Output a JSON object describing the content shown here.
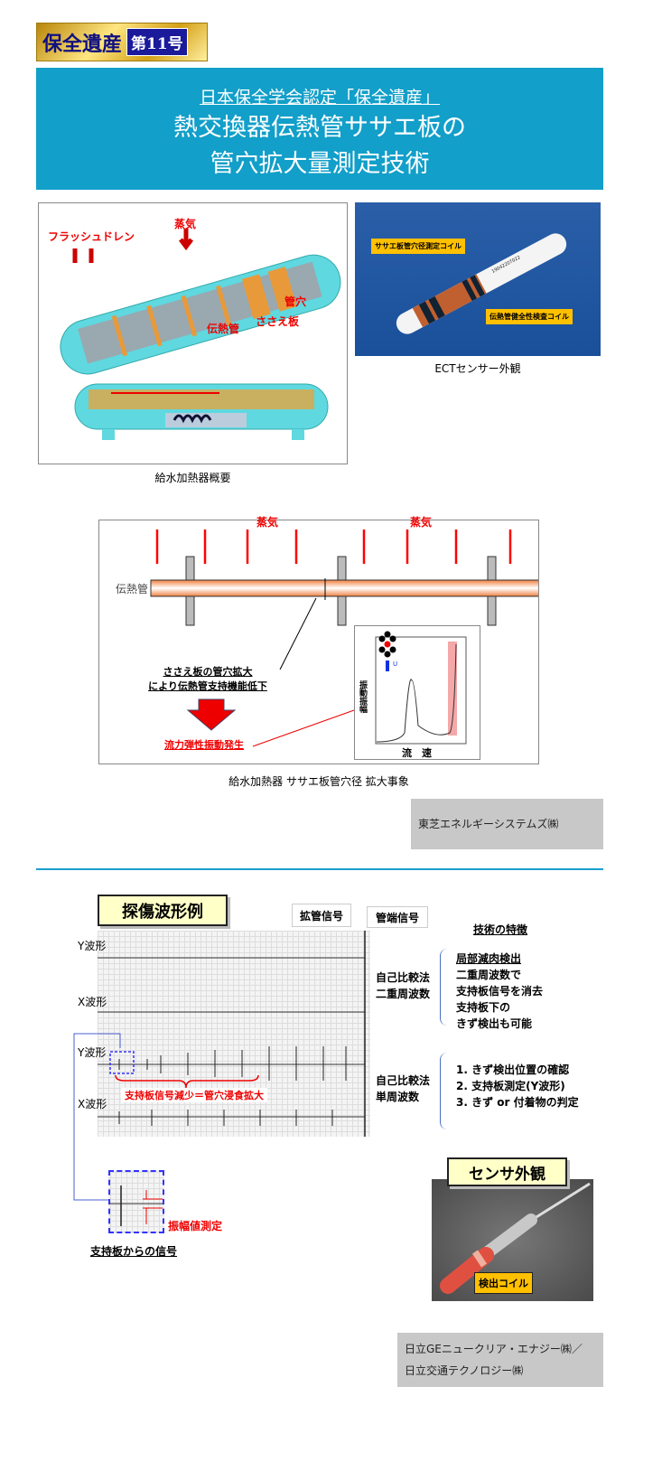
{
  "badge": {
    "series": "保全遺産",
    "issue": "第11号"
  },
  "header": {
    "subtitle": "日本保全学会認定「保全遺産」",
    "title_line1": "熱交換器伝熱管ササエ板の",
    "title_line2": "管穴拡大量測定技術"
  },
  "heater_figure": {
    "labels": {
      "steam": "蒸気",
      "flash_drain": "フラッシュドレン",
      "tube_hole": "管穴",
      "support_plate": "ささえ板",
      "heat_tube": "伝熱管"
    },
    "caption": "給水加熱器概要"
  },
  "ect_figure": {
    "callout1": "ササエ板管穴径測定コイル",
    "callout2": "伝熱管健全性検査コイル",
    "serial": "19042207022",
    "caption": "ECTセンサー外観"
  },
  "phenomenon_figure": {
    "steam1": "蒸気",
    "steam2": "蒸気",
    "tube_label": "伝熱管",
    "cause_line1": "ささえ板の管穴拡大",
    "cause_line2": "により伝熱管支持機能低下",
    "effect": "流力弾性振動発生",
    "graph_ylabel": "振動振幅",
    "graph_xlabel": "流　速",
    "flow_symbol": "U",
    "caption": "給水加熱器 ササエ板管穴径 拡大事象"
  },
  "company1": "東芝エネルギーシステムズ㈱",
  "waveform": {
    "title": "探傷波形例",
    "sig_expand": "拡管信号",
    "sig_end": "管端信号",
    "features_title": "技術の特徴",
    "y1": "Y波形",
    "x1": "X波形",
    "y2": "Y波形",
    "x2": "X波形",
    "method1_line1": "自己比較法",
    "method1_line2": "二重周波数",
    "feat1_head": "局部減肉検出",
    "feat1_lines": [
      "二重周波数で",
      "支持板信号を消去",
      "支持板下の",
      "きず検出も可能"
    ],
    "method2_line1": "自己比較法",
    "method2_line2": "単周波数",
    "feat2_lines": [
      "1. きず検出位置の確認",
      "2. 支持板測定(Y波形)",
      "3. きず or 付着物の判定"
    ],
    "red_note": "支持板信号減少＝管穴浸食拡大",
    "amp_label": "振幅値測定",
    "inset_caption": "支持板からの信号"
  },
  "sensor": {
    "title": "センサ外観",
    "callout": "検出コイル"
  },
  "company2_line1": "日立GEニュークリア・エナジー㈱／",
  "company2_line2": "日立交通テクノロジー㈱"
}
